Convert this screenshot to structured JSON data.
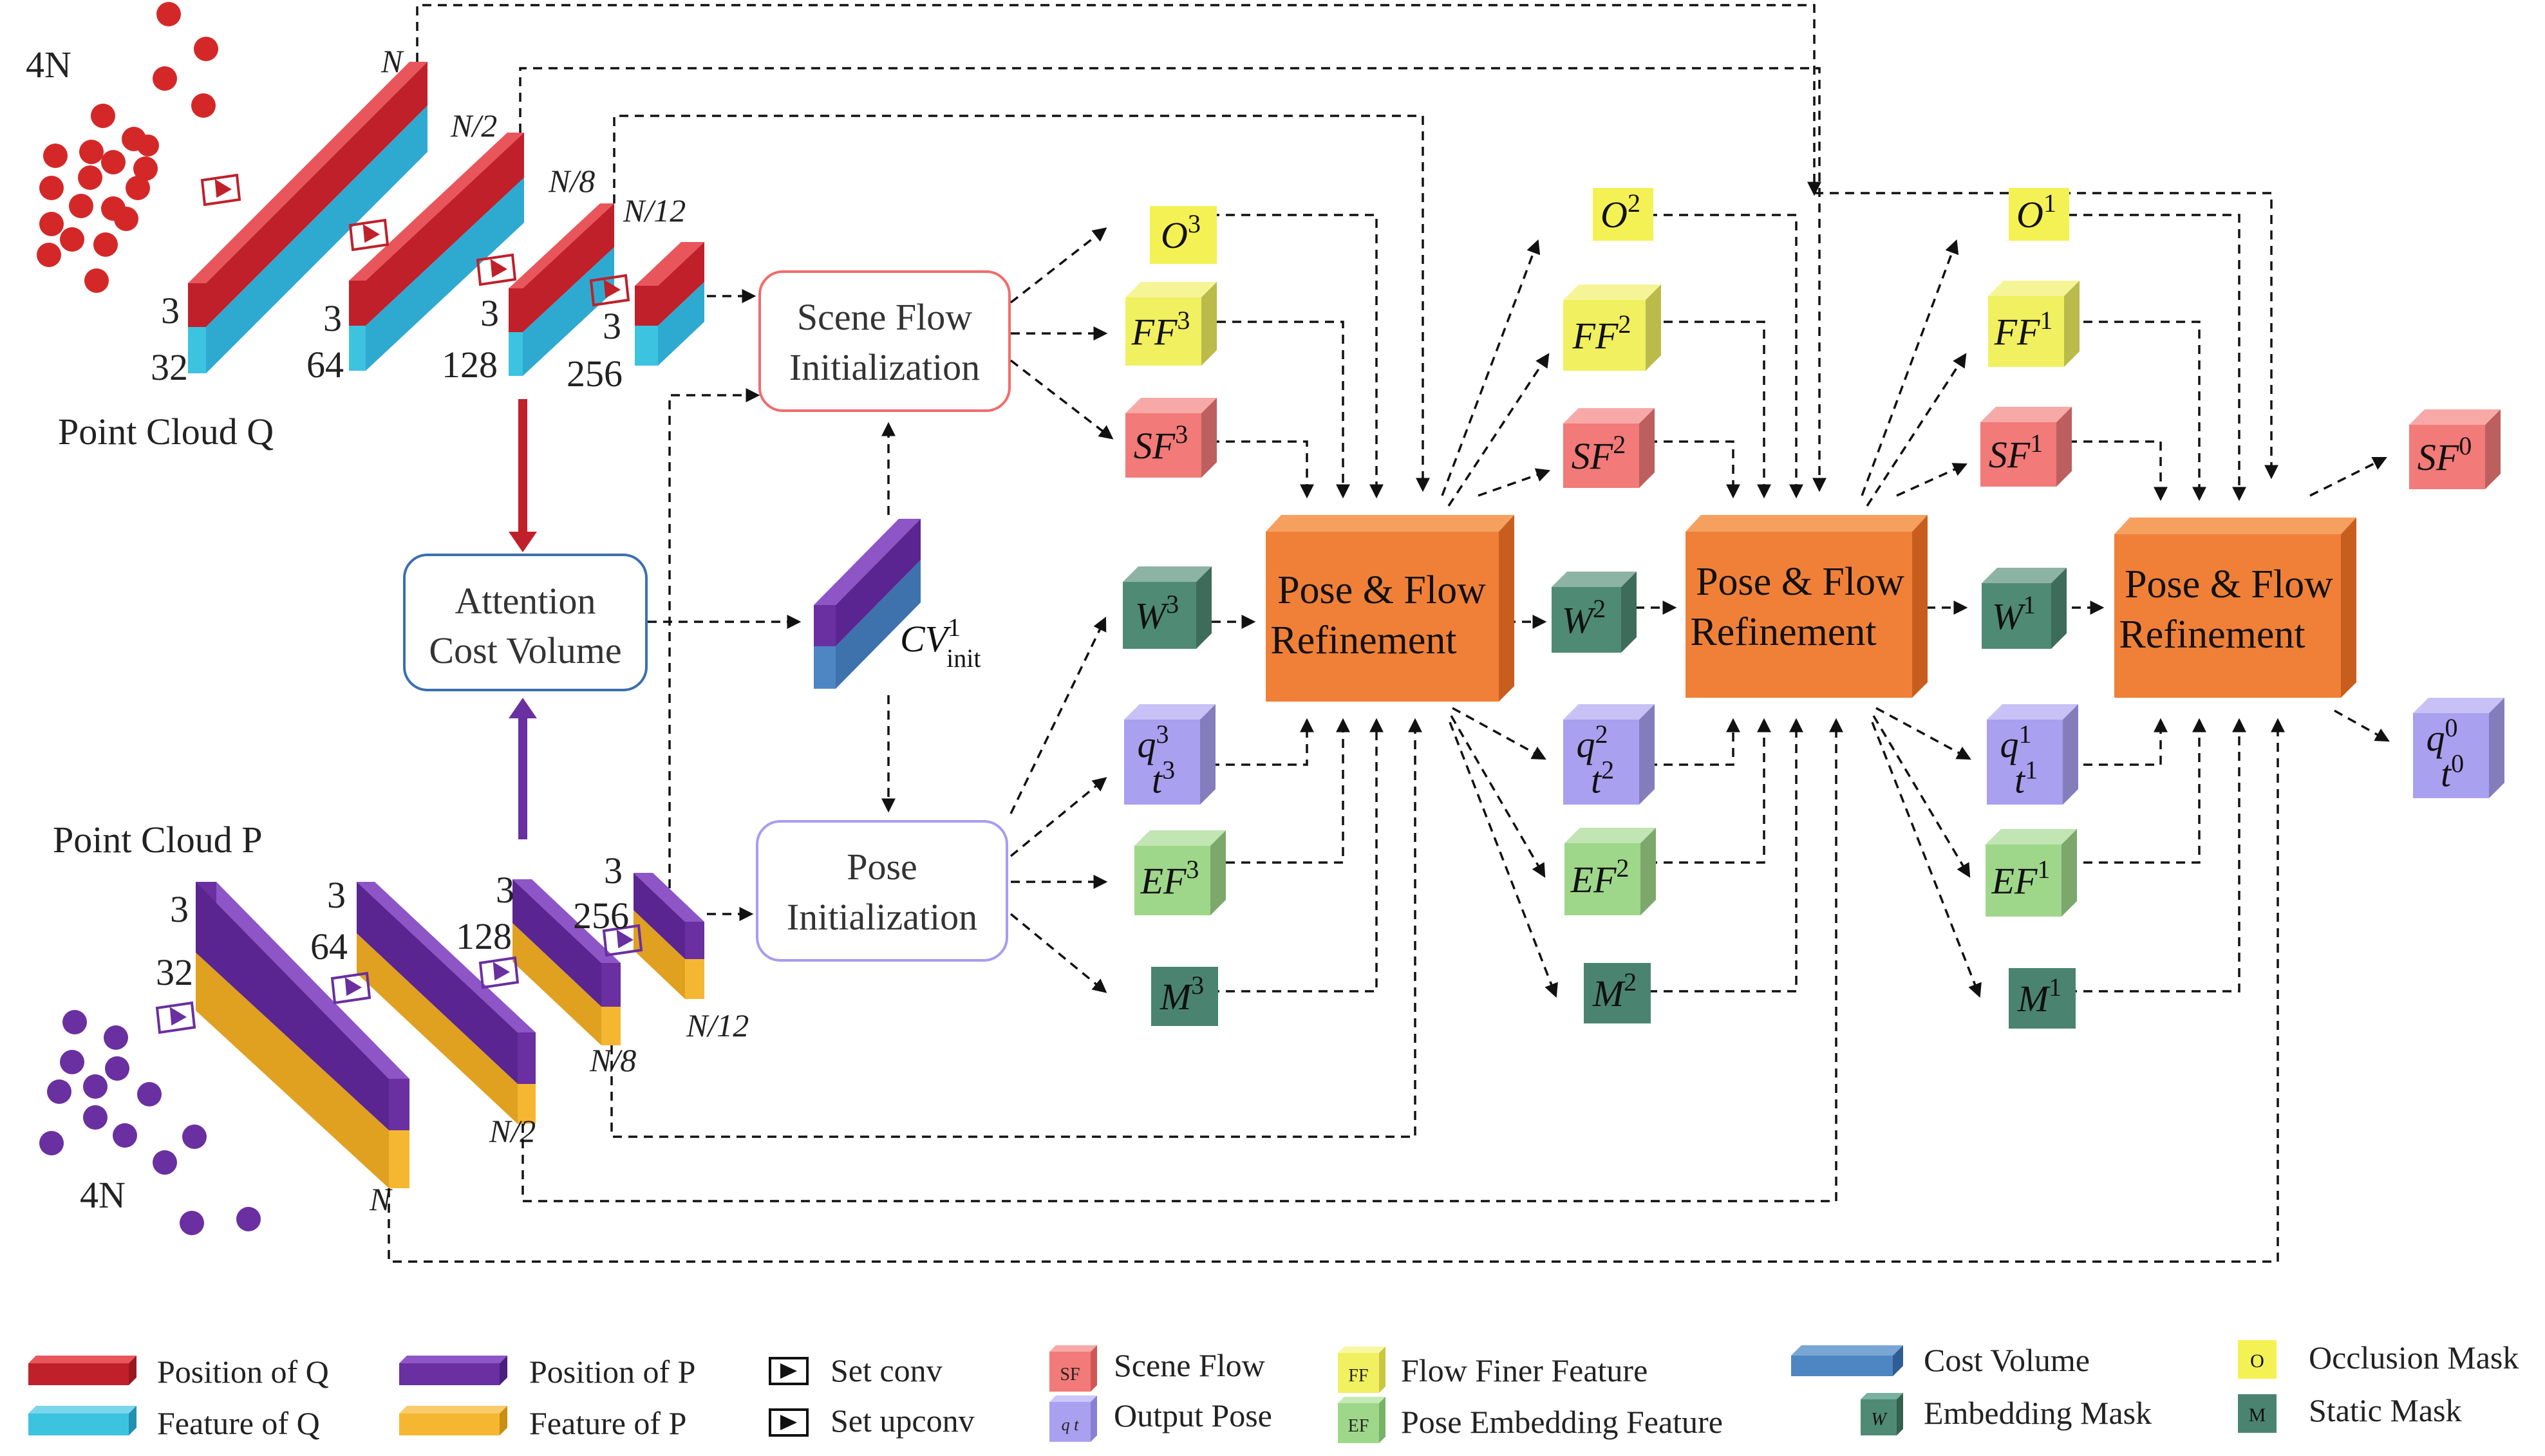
{
  "point_cloud_q": {
    "title": "Point Cloud Q",
    "count": "4N",
    "sizes": [
      "N",
      "N/2",
      "N/8",
      "N/12"
    ],
    "dims_top": [
      "3",
      "3",
      "3",
      "3"
    ],
    "dims_bottom": [
      "32",
      "64",
      "128",
      "256"
    ]
  },
  "point_cloud_p": {
    "title": "Point Cloud P",
    "count": "4N",
    "sizes": [
      "N",
      "N/2",
      "N/8",
      "N/12"
    ],
    "dims_top": [
      "3",
      "3",
      "3",
      "3"
    ],
    "dims_bottom": [
      "32",
      "64",
      "128",
      "256"
    ]
  },
  "attention_cost_volume": {
    "line1": "Attention",
    "line2": "Cost Volume"
  },
  "scene_flow_init": {
    "line1": "Scene Flow",
    "line2": "Initialization"
  },
  "pose_init": {
    "line1": "Pose",
    "line2": "Initialization"
  },
  "cv_init": {
    "base": "CV",
    "sup": "1",
    "sub": "init"
  },
  "refinement": {
    "line1": "Pose & Flow",
    "line2": "Refinement"
  },
  "level3": {
    "O": "3",
    "FF": "3",
    "SF": "3",
    "W": "3",
    "q": "3",
    "EF": "3",
    "M": "3"
  },
  "level2": {
    "O": "2",
    "FF": "2",
    "SF": "2",
    "W": "2",
    "q": "2",
    "EF": "2",
    "M": "2"
  },
  "level1": {
    "O": "1",
    "FF": "1",
    "SF": "1",
    "W": "1",
    "q": "1",
    "EF": "1",
    "M": "1"
  },
  "level0": {
    "SF": "0",
    "q": "0"
  },
  "cube_bases": {
    "O": "O",
    "FF": "FF",
    "SF": "SF",
    "W": "W",
    "q": "q",
    "t": "t",
    "EF": "EF",
    "M": "M"
  },
  "legend": {
    "pos_q": "Position of Q",
    "feat_q": "Feature  of Q",
    "pos_p": "Position of P",
    "feat_p": "Feature  of P",
    "set_conv": "Set conv",
    "set_upconv": "Set upconv",
    "scene_flow": "Scene Flow",
    "output_pose": "Output Pose",
    "flow_finer": "Flow Finer Feature",
    "pose_embed": "Pose Embedding Feature",
    "cost_volume": "Cost Volume",
    "embed_mask": "Embedding Mask",
    "occlusion": "Occlusion Mask",
    "static": "Static Mask",
    "icon_sf": "SF",
    "icon_q": "q t",
    "icon_ff": "FF",
    "icon_ef": "EF",
    "icon_w": "W",
    "icon_o": "O",
    "icon_m": "M"
  },
  "colors": {
    "q_pos": "#c0202a",
    "q_feat": "#3cc3e0",
    "p_pos": "#6a2fa0",
    "p_feat": "#f5b731",
    "sf": "#f27a78",
    "ff": "#f0f060",
    "o": "#f4f154",
    "w": "#4f8a74",
    "q": "#a9a0f0",
    "ef": "#9fd78a",
    "m": "#4a8470",
    "refine": "#f08038"
  }
}
